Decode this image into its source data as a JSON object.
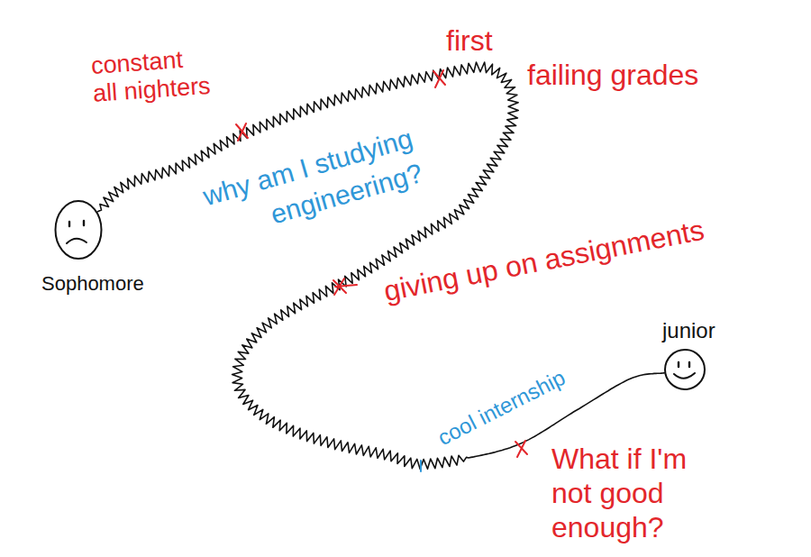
{
  "diagram": {
    "nodes": [
      {
        "text": [
          "Sophomore"
        ]
      },
      {
        "text": [
          "junior"
        ]
      }
    ],
    "edges": [
      {
        "from": 0,
        "to": 1,
        "arrow": "none",
        "label": "cool internship"
      }
    ],
    "labels": [
      "constant all nighters",
      "first failing grades",
      "why am I studying engineering?",
      "giving up on assignments",
      "What if I'm not good enough?"
    ]
  }
}
